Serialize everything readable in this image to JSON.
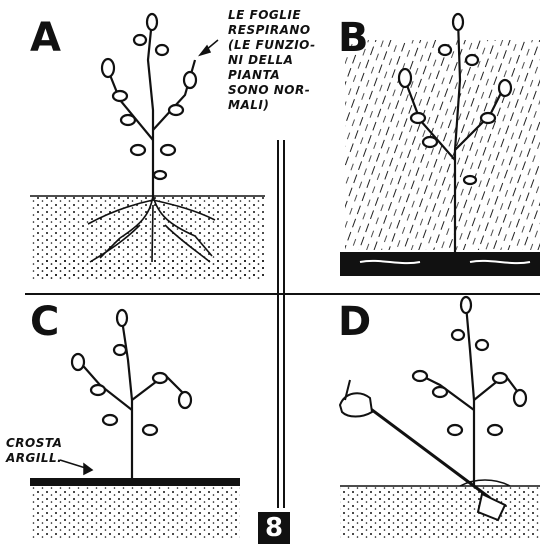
{
  "panels": [
    {
      "letter": "A"
    },
    {
      "letter": "B"
    },
    {
      "letter": "C"
    },
    {
      "letter": "D"
    }
  ],
  "annotations": {
    "leaves_breathe": [
      "LE FOGLIE",
      "RESPIRANO",
      "(LE FUNZIO-",
      "NI DELLA",
      "PIANTA",
      "SONO NOR-",
      "MALI)"
    ],
    "clay_crust": [
      "CROSTA",
      "ARGILL."
    ]
  },
  "figure_number": "8"
}
